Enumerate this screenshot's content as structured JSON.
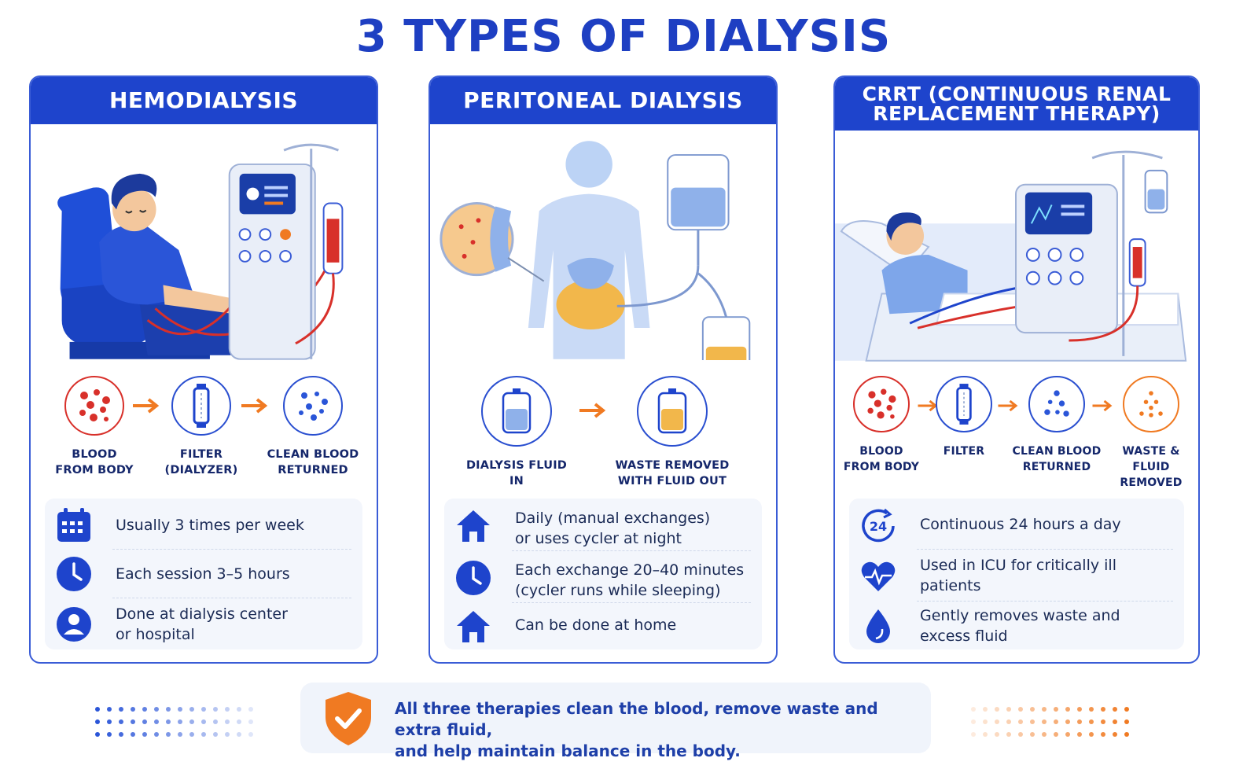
{
  "title": "3 TYPES OF DIALYSIS",
  "colors": {
    "primary": "#1e44cc",
    "accent": "#f07a22",
    "blood": "#d8302a",
    "panel": "#f3f6fc"
  },
  "cards": [
    {
      "header": "HEMODIALYSIS",
      "flow": [
        {
          "label": "BLOOD\nFROM BODY",
          "icon": "blood-cells-icon"
        },
        {
          "label": "FILTER\n(DIALYZER)",
          "icon": "dialyzer-filter-icon"
        },
        {
          "label": "CLEAN BLOOD\nRETURNED",
          "icon": "clean-blood-icon"
        }
      ],
      "info": [
        {
          "text": "Usually 3 times per week",
          "icon": "calendar-icon"
        },
        {
          "text": "Each session 3–5 hours",
          "icon": "clock-icon"
        },
        {
          "text": "Done at dialysis center\nor hospital",
          "icon": "person-icon"
        }
      ]
    },
    {
      "header": "PERITONEAL DIALYSIS",
      "flow": [
        {
          "label": "DIALYSIS FLUID\nIN",
          "icon": "fluid-bag-icon"
        },
        {
          "label": "WASTE REMOVED\nWITH FLUID OUT",
          "icon": "waste-bag-icon"
        }
      ],
      "info": [
        {
          "text": "Daily (manual exchanges)\nor uses cycler at night",
          "icon": "home-icon"
        },
        {
          "text": "Each exchange 20–40 minutes\n(cycler runs while sleeping)",
          "icon": "clock-icon"
        },
        {
          "text": "Can be done at home",
          "icon": "home-icon"
        }
      ]
    },
    {
      "header": "CRRT (CONTINUOUS RENAL\nREPLACEMENT THERAPY)",
      "flow": [
        {
          "label": "BLOOD\nFROM BODY",
          "icon": "blood-cells-icon"
        },
        {
          "label": "FILTER",
          "icon": "filter-icon"
        },
        {
          "label": "CLEAN BLOOD\nRETURNED",
          "icon": "clean-blood-icon"
        },
        {
          "label": "WASTE & FLUID\nREMOVED",
          "icon": "waste-particles-icon"
        }
      ],
      "info": [
        {
          "text": "Continuous 24 hours a day",
          "icon": "24-hour-icon",
          "badge": "24"
        },
        {
          "text": "Used in ICU for critically ill\npatients",
          "icon": "heartbeat-icon"
        },
        {
          "text": "Gently removes waste and\nexcess fluid",
          "icon": "water-drop-icon"
        }
      ]
    }
  ],
  "footer": {
    "text": "All three therapies clean the blood, remove waste and extra fluid,\nand help maintain balance in the body.",
    "icon": "shield-check-icon"
  }
}
